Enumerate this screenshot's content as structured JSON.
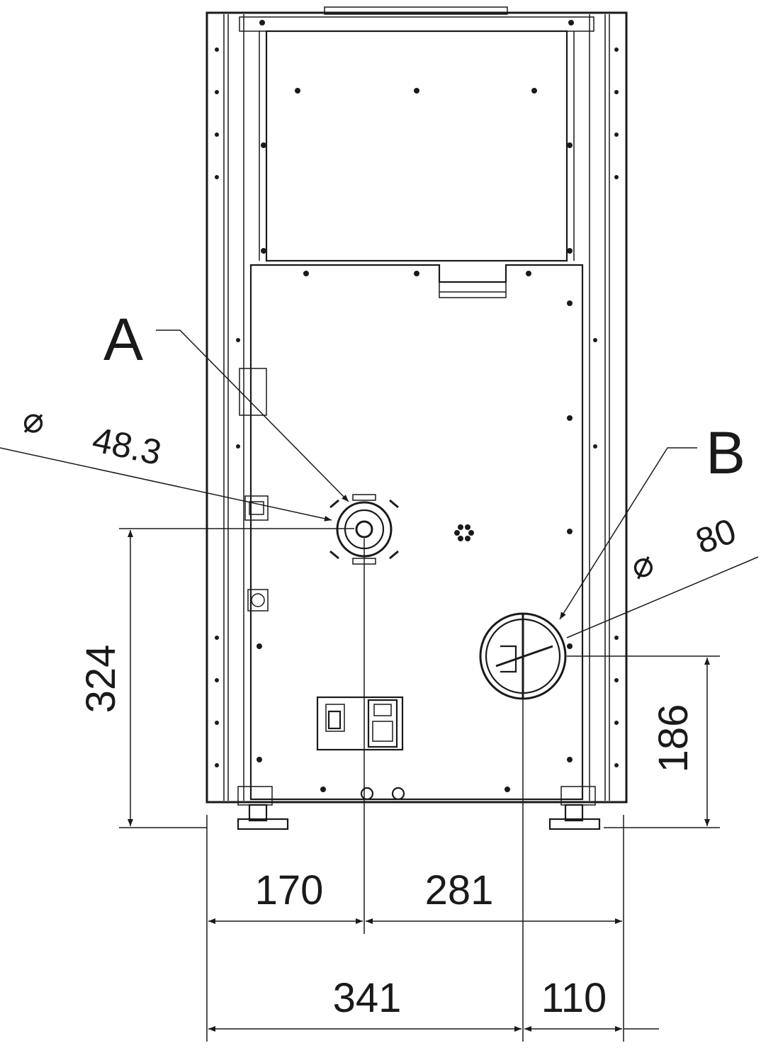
{
  "labels": {
    "a": "A",
    "b": "B"
  },
  "diameters": {
    "a_symbol": "⌀",
    "a_value": "48.3",
    "b_symbol": "⌀",
    "b_value": "80"
  },
  "dimensions": {
    "height_a": "324",
    "height_b": "186",
    "left_to_a": "170",
    "a_to_right": "281",
    "left_to_b": "341",
    "b_to_right": "110"
  },
  "colors": {
    "line": "#1a1a1a",
    "background": "#ffffff"
  }
}
